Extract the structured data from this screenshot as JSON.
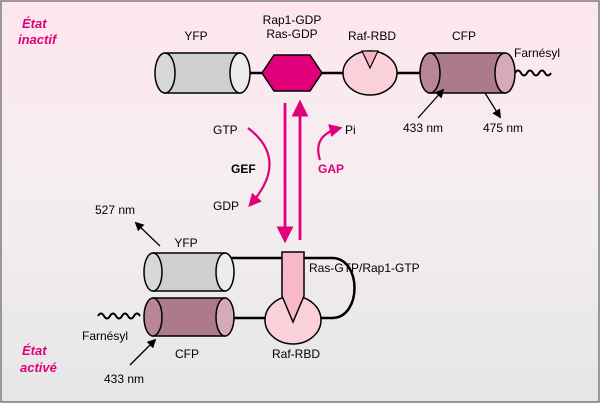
{
  "states": {
    "inactive": [
      "État",
      "inactif"
    ],
    "active": [
      "État",
      "activé"
    ]
  },
  "top": {
    "yfp": "YFP",
    "gdp_complex": [
      "Rap1-GDP",
      "Ras-GDP"
    ],
    "raf": "Raf-RBD",
    "cfp": "CFP",
    "farnesyl": "Farnésyl",
    "excitation": "433 nm",
    "emission": "475 nm"
  },
  "middle": {
    "gtp": "GTP",
    "pi": "Pi",
    "gef": "GEF",
    "gap": "GAP",
    "gdp": "GDP"
  },
  "bottom": {
    "emission": "527 nm",
    "yfp": "YFP",
    "gtp_complex": "Ras-GTP/Rap1-GTP",
    "farnesyl": "Farnésyl",
    "cfp": "CFP",
    "raf": "Raf-RBD",
    "excitation": "433 nm"
  },
  "colors": {
    "magenta": "#e0007a",
    "state_text": "#e0007a",
    "top_bg": "#fde6ee",
    "bottom_bg": "#e9e9e9",
    "yfp_fill": "#d0d0d0",
    "cfp_fill": "#b07c8c",
    "raf_fill": "#fad0da",
    "gtp_fill": "#f7b9c8"
  }
}
